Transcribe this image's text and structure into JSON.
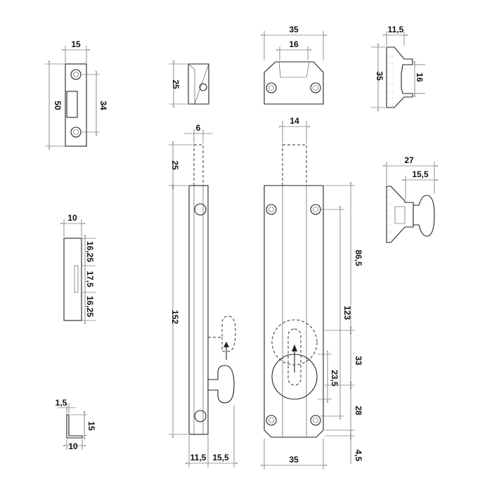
{
  "dimensions": {
    "strike_plate": {
      "width": "15",
      "height": "50",
      "hole_spacing": "34"
    },
    "keeper_block": {
      "height": "25"
    },
    "staple": {
      "width": "35",
      "inner_width": "16"
    },
    "staple_profile": {
      "width": "11,5",
      "height": "35",
      "inner_height": "16"
    },
    "knob_profile": {
      "width": "27",
      "knob_width": "15,5"
    },
    "side_view": {
      "rod_width": "6",
      "rod_travel": "25",
      "body_length": "152",
      "plate_thickness": "11,5",
      "knob_offset": "15,5"
    },
    "front_view": {
      "rod_width": "14",
      "slot_length": "86,5",
      "hole_spacing": "123",
      "knob_travel": "33",
      "knob_diameter": "23,5",
      "bottom_offset": "28",
      "plate_edge": "4,5",
      "body_width": "35"
    },
    "flat_strike": {
      "width": "10",
      "top_segment": "16,25",
      "middle_segment": "17,5",
      "bottom_segment": "16,25"
    },
    "angle_strike": {
      "thickness": "1,5",
      "leg_horizontal": "10",
      "leg_vertical": "15"
    }
  }
}
